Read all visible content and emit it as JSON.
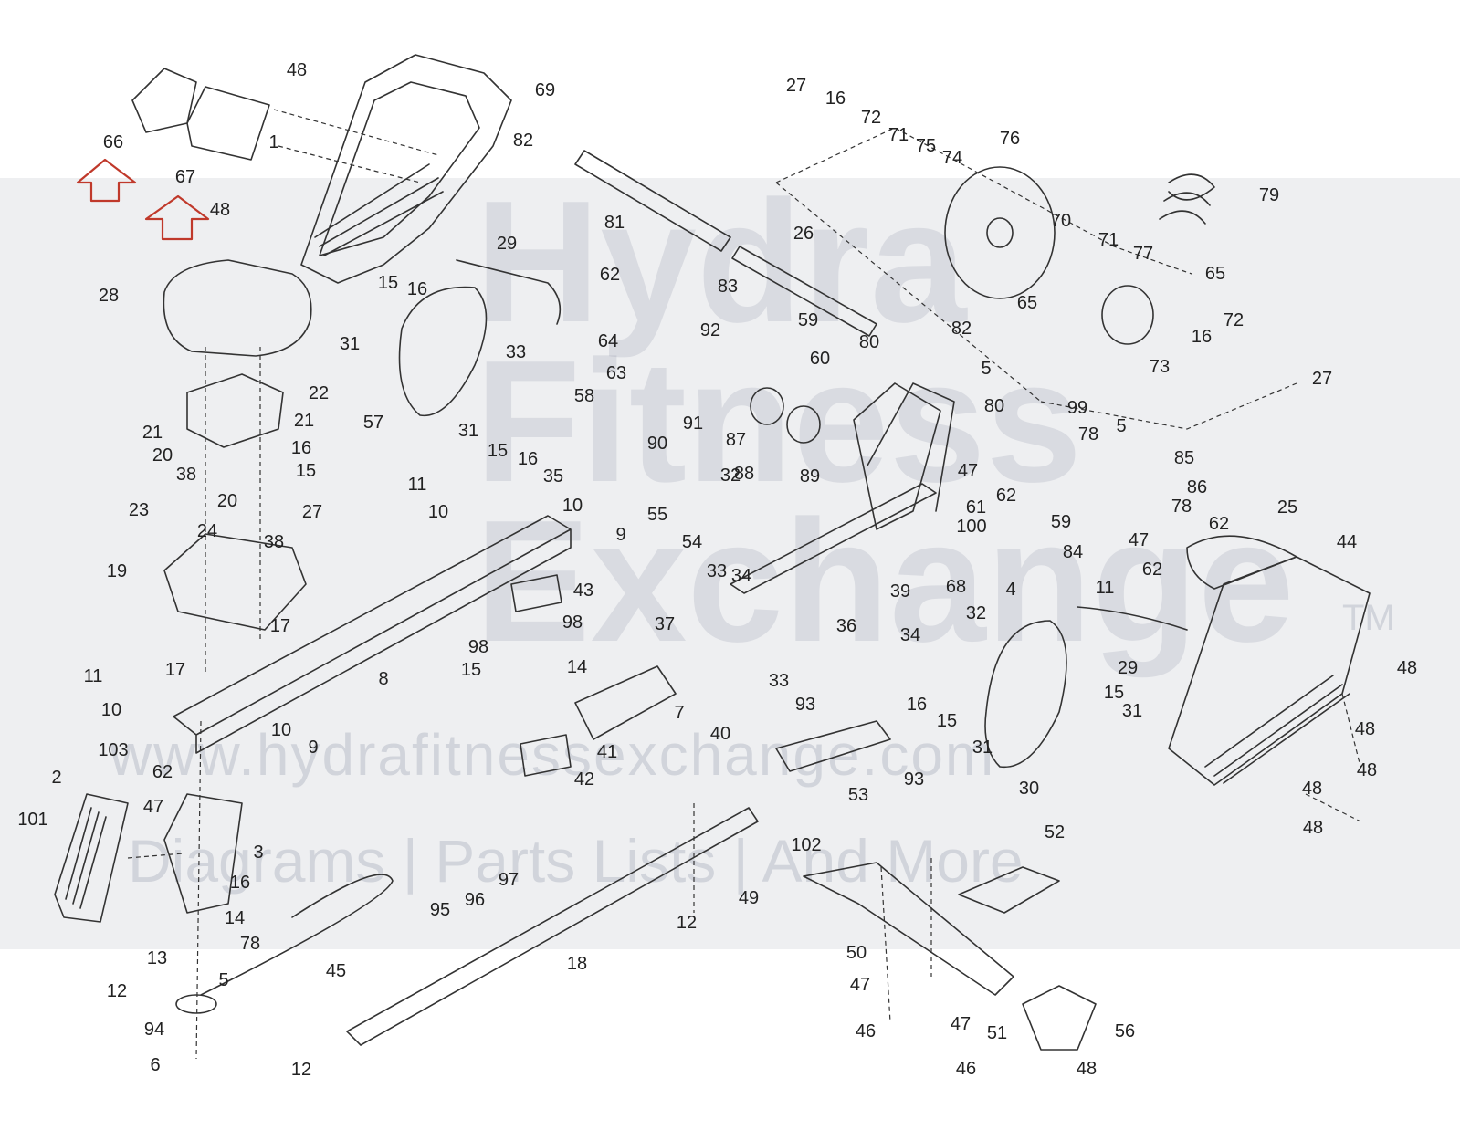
{
  "labels": [
    "1",
    "2",
    "3",
    "4",
    "5",
    "6",
    "7",
    "8",
    "9",
    "10",
    "11",
    "12",
    "13",
    "14",
    "15",
    "16",
    "17",
    "18",
    "19",
    "20",
    "21",
    "22",
    "23",
    "24",
    "25",
    "26",
    "27",
    "28",
    "29",
    "30",
    "31",
    "32",
    "33",
    "34",
    "35",
    "36",
    "37",
    "38",
    "39",
    "40",
    "41",
    "42",
    "43",
    "44",
    "45",
    "46",
    "47",
    "48",
    "49",
    "50",
    "51",
    "52",
    "53",
    "54",
    "55",
    "56",
    "57",
    "58",
    "59",
    "60",
    "61",
    "62",
    "63",
    "64",
    "65",
    "66",
    "67",
    "68",
    "69",
    "70",
    "71",
    "72",
    "73",
    "74",
    "75",
    "76",
    "77",
    "78",
    "79",
    "80",
    "81",
    "82",
    "83",
    "84",
    "85",
    "86",
    "87",
    "88",
    "89",
    "90",
    "91",
    "92",
    "93",
    "94",
    "95",
    "96",
    "97",
    "98",
    "99",
    "100",
    "101",
    "102",
    "103"
  ],
  "watermark": {
    "logo_lines": [
      "Hydra",
      "Fitness",
      "Exchange"
    ],
    "url": "www.hydrafitnessexchange.com",
    "tagline": "Diagrams | Parts Lists | And More",
    "tm": "TM"
  },
  "colors": {
    "arrow": "#c0392b",
    "line": "#333333",
    "watermark": "#8a93a6"
  }
}
